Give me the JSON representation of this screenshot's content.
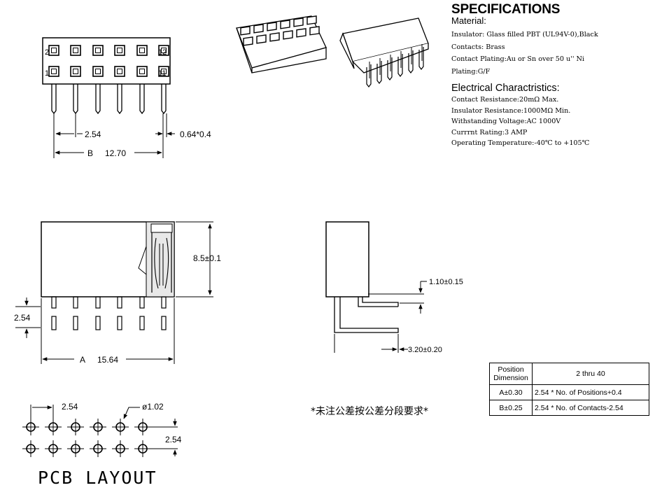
{
  "spec": {
    "title": "SPECIFICATIONS",
    "material_label": "Material:",
    "material_lines": [
      "Insulator: Glass filled PBT (UL94V-0),Black",
      "Contacts: Brass",
      "Contact Plating:Au or Sn over 50 u'' Ni",
      "Plating:G/F"
    ],
    "electrical_title": "Electrical Charactristics:",
    "electrical_lines": [
      "Contact Resistance:20mΩ Max.",
      "Insulator Resistance:1000MΩ Min.",
      "Withstanding Voltage:AC 1000V",
      "Currrnt Rating:3 AMP",
      "Operating Temperature:-40℃ to +105℃"
    ]
  },
  "top_view": {
    "pin_labels": {
      "top_left": "2",
      "top_right": "12",
      "bottom_left": "1",
      "bottom_right": "11"
    },
    "dims": {
      "pitch": "2.54",
      "pin_size": "0.64*0.4",
      "b_label": "B",
      "b_value": "12.70"
    }
  },
  "front_view": {
    "dims": {
      "height": "8.5±0.1",
      "pitch": "2.54",
      "a_label": "A",
      "a_value": "15.64"
    }
  },
  "side_view": {
    "dims": {
      "offset": "1.10±0.15",
      "lead": "3.20±0.20"
    }
  },
  "pcb": {
    "dims": {
      "pitch_x": "2.54",
      "hole": "ø1.02",
      "pitch_y": "2.54"
    },
    "title": "PCB LAYOUT"
  },
  "note": "*未注公差按公差分段要求*",
  "table": {
    "header_col1_line1": "Position",
    "header_col1_line2": "Dimension",
    "header_col2": "2 thru 40",
    "rows": [
      {
        "label": "A±0.30",
        "formula": "2.54 * No. of Positions+0.4"
      },
      {
        "label": "B±0.25",
        "formula": "2.54 * No. of Contacts-2.54"
      }
    ]
  }
}
